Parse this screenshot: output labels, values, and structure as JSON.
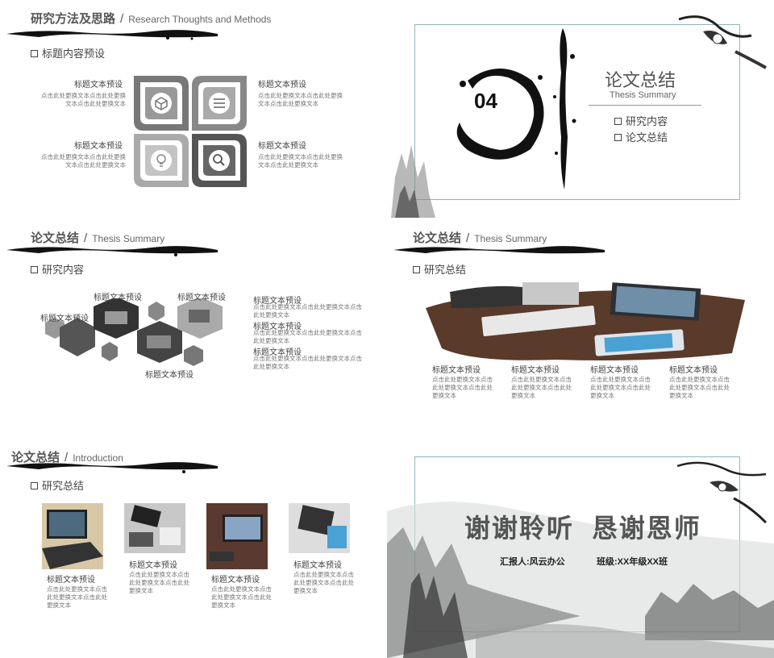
{
  "slide1": {
    "title": "研究方法及思路",
    "slash": "/",
    "title_en": "Research Thoughts and Methods",
    "subtitle": "标题内容预设",
    "blocks": [
      {
        "title": "标题文本预设",
        "desc": "点击此处更换文本点击此处更换文本点击此处更换文本"
      },
      {
        "title": "标题文本预设",
        "desc": "点击此处更换文本点击此处更换文本点击此处更换文本"
      },
      {
        "title": "标题文本预设",
        "desc": "点击此处更换文本点击此处更换文本点击此处更换文本"
      },
      {
        "title": "标题文本预设",
        "desc": "点击此处更换文本点击此处更换文本点击此处更换文本"
      }
    ],
    "icons": [
      "cube-icon",
      "list-icon",
      "bulb-icon",
      "search-icon"
    ]
  },
  "slide2": {
    "number": "04",
    "title": "论文总结",
    "title_en": "Thesis Summary",
    "items": [
      "研究内容",
      "论文总结"
    ]
  },
  "slide3": {
    "title": "论文总结",
    "slash": "/",
    "title_en": "Thesis Summary",
    "subtitle": "研究内容",
    "hex_labels": [
      "标题文本预设",
      "标题文本预设",
      "标题文本预设",
      "标题文本预设"
    ],
    "right_blocks": [
      {
        "title": "标题文本预设",
        "desc": "点击此处更换文本点击此处更换文本点击此处更换文本"
      },
      {
        "title": "标题文本预设",
        "desc": "点击此处更换文本点击此处更换文本点击此处更换文本"
      },
      {
        "title": "标题文本预设",
        "desc": "点击此处更换文本点击此处更换文本点击此处更换文本"
      }
    ]
  },
  "slide4": {
    "title": "论文总结",
    "slash": "/",
    "title_en": "Thesis Summary",
    "subtitle": "研究总结",
    "columns": [
      {
        "title": "标题文本预设",
        "desc": "点击此处更换文本点击此处更换文本点击此处更换文本"
      },
      {
        "title": "标题文本预设",
        "desc": "点击此处更换文本点击此处更换文本点击此处更换文本"
      },
      {
        "title": "标题文本预设",
        "desc": "点击此处更换文本点击此处更换文本点击此处更换文本"
      },
      {
        "title": "标题文本预设",
        "desc": "点击此处更换文本点击此处更换文本点击此处更换文本"
      }
    ]
  },
  "slide5": {
    "title": "论文总结",
    "slash": "/",
    "title_en": "Introduction",
    "subtitle": "研究总结",
    "cards": [
      {
        "title": "标题文本预设",
        "desc": "点击此处更换文本点击此处更换文本点击此处更换文本"
      },
      {
        "title": "标题文本预设",
        "desc": "点击此处更换文本点击此处更换文本点击此处更换文本"
      },
      {
        "title": "标题文本预设",
        "desc": "点击此处更换文本点击此处更换文本点击此处更换文本"
      },
      {
        "title": "标题文本预设",
        "desc": "点击此处更换文本点击此处更换文本点击此处更换文本"
      }
    ]
  },
  "slide6": {
    "thanks": "谢谢聆听  恳谢恩师",
    "reporter": "汇报人:风云办公",
    "class": "班级:XX年级XX班"
  },
  "colors": {
    "frame": "#8fb7b7",
    "ink": "#111111",
    "text": "#444444"
  }
}
